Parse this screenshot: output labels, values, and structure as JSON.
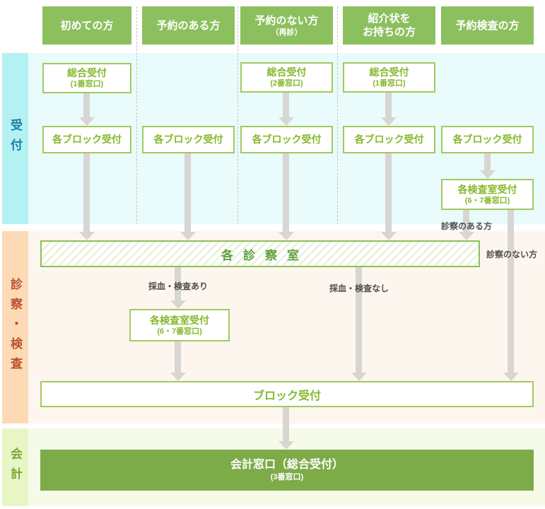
{
  "headers": [
    {
      "line1": "初めての方",
      "line2": ""
    },
    {
      "line1": "予約のある方",
      "line2": ""
    },
    {
      "line1": "予約のない方",
      "line2": "（再診）"
    },
    {
      "line1": "紹介状を",
      "line2": "お持ちの方"
    },
    {
      "line1": "予約検査の方",
      "line2": ""
    }
  ],
  "sections": {
    "reception": "受付",
    "exam": "診察・検査",
    "payment": "会計"
  },
  "nodes": {
    "general_reception_1": {
      "title": "総合受付",
      "sub": "(1番窓口)"
    },
    "general_reception_2": {
      "title": "総合受付",
      "sub": "(2番窓口)"
    },
    "block_reception": "各ブロック受付",
    "lab_reception": {
      "title": "各検査室受付",
      "sub": "(6・7番窓口)"
    },
    "exam_rooms": "各診察室",
    "block_desk": "ブロック受付",
    "cashier": {
      "title": "会計窓口（総合受付）",
      "sub": "(3番窓口)"
    }
  },
  "flow_labels": {
    "with_consult": "診察のある方",
    "without_consult": "診察のない方",
    "with_tests": "採血・検査あり",
    "without_tests": "採血・検査なし"
  },
  "colors": {
    "header_green": "#8cc05e",
    "cashier_green": "#7cab48",
    "node_border": "#a3c95f",
    "node_text": "#86b82e",
    "hatch_border": "#8fbf58",
    "reception_strip": "#b4f1f2",
    "reception_bg": "#e9fbfb",
    "reception_text": "#1b7ca6",
    "exam_strip": "#fcdab6",
    "exam_bg": "#fdf6ee",
    "exam_text": "#bc512d",
    "payment_strip": "#e8f6c5",
    "payment_bg": "#f6fae9",
    "payment_text": "#74aa3c",
    "arrow_gray": "#d8d6d3",
    "flow_label_text": "#4f4f4f"
  }
}
